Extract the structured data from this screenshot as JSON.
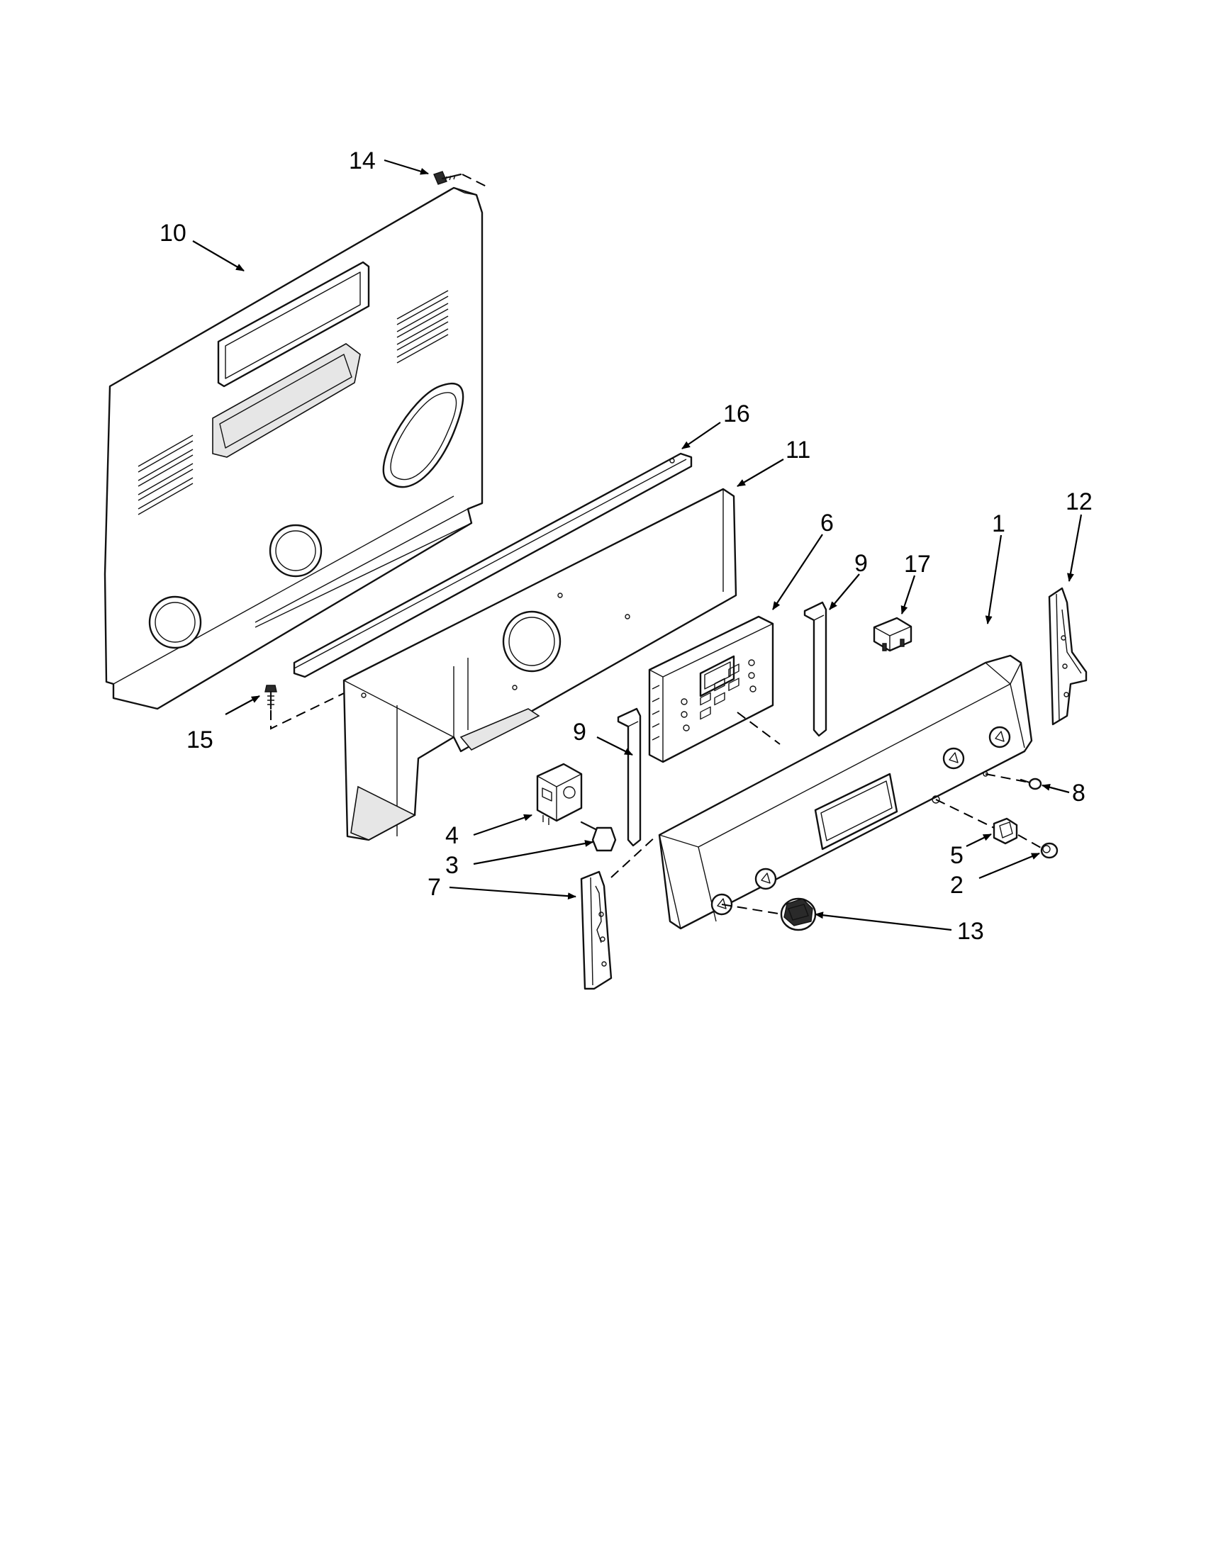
{
  "callouts": [
    {
      "id": "c14",
      "text": "14"
    },
    {
      "id": "c10",
      "text": "10"
    },
    {
      "id": "c16",
      "text": "16"
    },
    {
      "id": "c11",
      "text": "11"
    },
    {
      "id": "c6",
      "text": "6"
    },
    {
      "id": "c9a",
      "text": "9"
    },
    {
      "id": "c17",
      "text": "17"
    },
    {
      "id": "c1",
      "text": "1"
    },
    {
      "id": "c12",
      "text": "12"
    },
    {
      "id": "c15",
      "text": "15"
    },
    {
      "id": "c9b",
      "text": "9"
    },
    {
      "id": "c4",
      "text": "4"
    },
    {
      "id": "c3",
      "text": "3"
    },
    {
      "id": "c8",
      "text": "8"
    },
    {
      "id": "c5",
      "text": "5"
    },
    {
      "id": "c2",
      "text": "2"
    },
    {
      "id": "c7",
      "text": "7"
    },
    {
      "id": "c13",
      "text": "13"
    }
  ],
  "colors": {
    "line": "#111111",
    "background": "#ffffff"
  }
}
